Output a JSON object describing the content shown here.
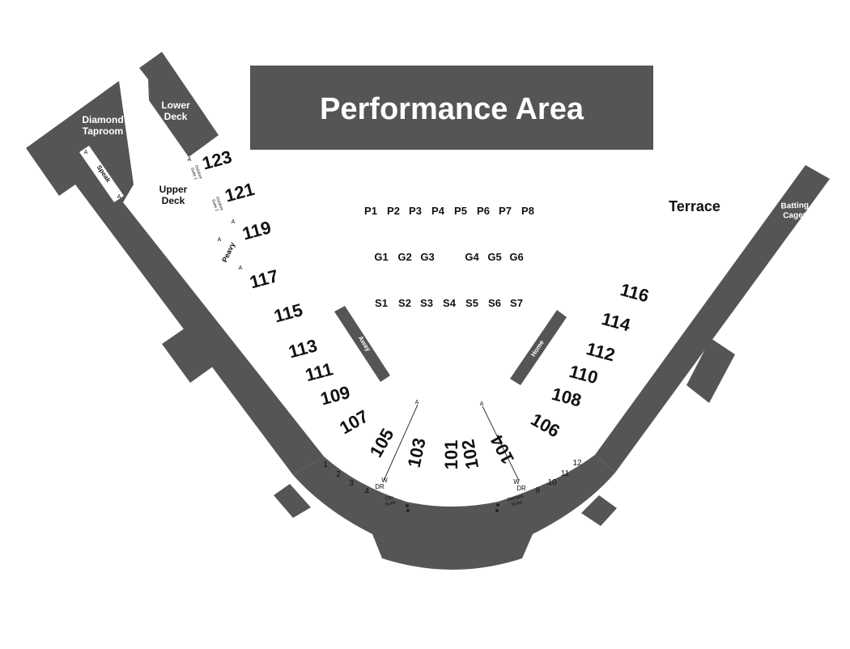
{
  "colors": {
    "structure": "#555555",
    "stage_text": "#ffffff",
    "label": "#111111",
    "background": "#ffffff"
  },
  "stage": {
    "label": "Performance Area"
  },
  "areas": {
    "diamond_taproom": [
      "Diamond",
      "Taproom"
    ],
    "lower_deck": [
      "Lower",
      "Deck"
    ],
    "upper_deck": [
      "Upper",
      "Deck"
    ],
    "terrace": "Terrace",
    "batting_cages": [
      "Batting",
      "Cages"
    ],
    "speak": "Speak",
    "peavy": "Peavy",
    "away": "Away",
    "home": "Home",
    "city_suite": [
      "City",
      "Suite"
    ],
    "owners_suite": [
      "Owners",
      "Suite"
    ],
    "outdoor_suite_1": [
      "Outdoor",
      "Suite 1"
    ],
    "outdoor_suite_2": [
      "Outdoor",
      "Suite 2"
    ]
  },
  "sections": [
    "123",
    "121",
    "119",
    "117",
    "115",
    "113",
    "111",
    "109",
    "107",
    "105",
    "103",
    "101",
    "102",
    "104",
    "106",
    "108",
    "110",
    "112",
    "114",
    "116"
  ],
  "table_rows": {
    "p": [
      "P1",
      "P2",
      "P3",
      "P4",
      "P5",
      "P6",
      "P7",
      "P8"
    ],
    "g": [
      "G1",
      "G2",
      "G3",
      "G4",
      "G5",
      "G6"
    ],
    "s": [
      "S1",
      "S2",
      "S3",
      "S4",
      "S5",
      "S6",
      "S7"
    ]
  },
  "suites": [
    "1",
    "2",
    "3",
    "4",
    "9",
    "10",
    "11",
    "12"
  ],
  "markers": {
    "aisle": "A",
    "wheelchair": "W",
    "dr": "DR"
  }
}
